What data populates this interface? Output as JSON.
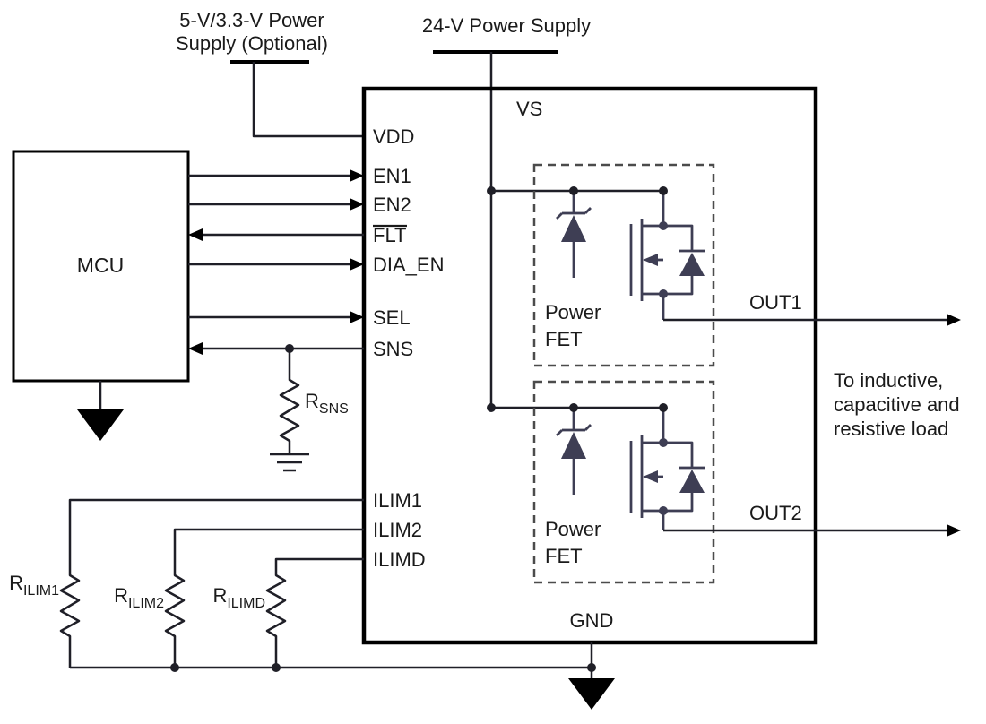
{
  "colors": {
    "outline": "#000000",
    "wire": "#1f1f27",
    "component": "#3e3e54",
    "dashed": "#4b4b4b",
    "ink": "#1a1a1a",
    "paper": "#ffffff"
  },
  "supply_opt": {
    "line1": "5-V/3.3-V Power",
    "line2": "Supply (Optional)"
  },
  "supply_main": "24-V Power Supply",
  "mcu_label": "MCU",
  "pins": {
    "vdd": "VDD",
    "en1": "EN1",
    "en2": "EN2",
    "flt": "FLT",
    "dia_en": "DIA_EN",
    "sel": "SEL",
    "sns": "SNS",
    "ilim1": "ILIM1",
    "ilim2": "ILIM2",
    "ilimd": "ILIMD",
    "vs": "VS",
    "gnd": "GND",
    "out1": "OUT1",
    "out2": "OUT2"
  },
  "fet": {
    "line1": "Power",
    "line2": "FET"
  },
  "resistors": {
    "sns": {
      "p": "R",
      "s": "SNS"
    },
    "ilim1": {
      "p": "R",
      "s": "ILIM1"
    },
    "ilim2": {
      "p": "R",
      "s": "ILIM2"
    },
    "ilimd": {
      "p": "R",
      "s": "ILIMD"
    }
  },
  "load": {
    "line1": "To inductive,",
    "line2": "capacitive and",
    "line3": "resistive load"
  }
}
